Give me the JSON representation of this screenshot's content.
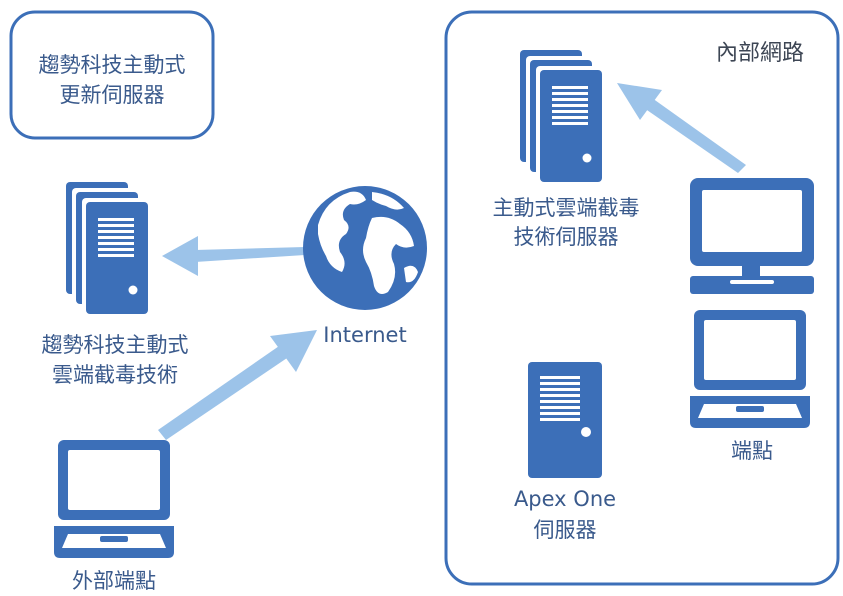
{
  "diagram": {
    "update_server_box": {
      "line1": "趨勢科技主動式",
      "line2": "更新伺服器"
    },
    "cloud_service": {
      "line1": "趨勢科技主動式",
      "line2": "雲端截毒技術"
    },
    "internet": {
      "label": "Internet"
    },
    "external_endpoint": {
      "label": "外部端點"
    },
    "internal_network": {
      "title": "內部網路"
    },
    "local_scan_server": {
      "line1": "主動式雲端截毒",
      "line2": "技術伺服器"
    },
    "apex_one_server": {
      "line1": "Apex One",
      "line2": "伺服器"
    },
    "endpoint": {
      "label": "端點"
    }
  },
  "colors": {
    "icon_blue": "#3c6fb8",
    "arrow_blue": "#9cc3e9",
    "border_blue": "#3c6fb8",
    "text_blue": "#3a5a8c"
  }
}
